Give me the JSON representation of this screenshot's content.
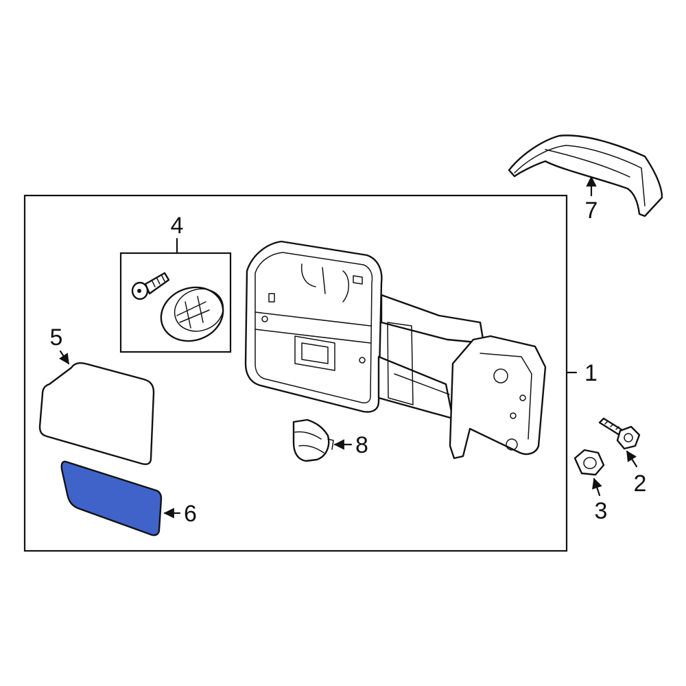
{
  "callouts": {
    "c1": "1",
    "c2": "2",
    "c3": "3",
    "c4": "4",
    "c5": "5",
    "c6": "6",
    "c7": "7",
    "c8": "8"
  },
  "colors": {
    "highlight": "#3f63c9",
    "line": "#111111",
    "background": "#ffffff"
  }
}
